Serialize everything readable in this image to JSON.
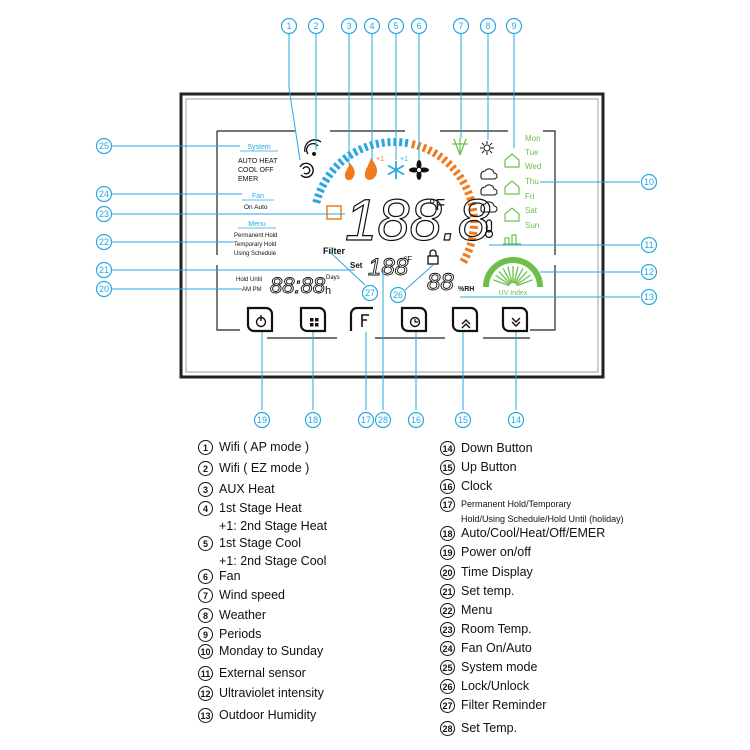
{
  "screen": {
    "system_title": "System",
    "system_modes_line1": "AUTO  HEAT",
    "system_modes_line2": "COOL  OFF",
    "system_modes_line3": "EMER",
    "fan_title": "Fan",
    "fan_modes": "On  Auto",
    "menu_title": "Menu",
    "menu_line1": "Permanent Hold",
    "menu_line2": "Temporary Hold",
    "menu_line3": "Using Schedule",
    "hold_until": "Hold Until",
    "am_pm": "AM PM",
    "time_digits": "88:88",
    "days_label": "Days",
    "hours_label": "h",
    "room_temp_digits": "188.8",
    "room_temp_unit": "°F",
    "filter_label": "Filter",
    "set_label": "Set",
    "set_temp_digits": "188",
    "set_temp_unit": "°F",
    "humidity_digits": "88",
    "humidity_unit": "%RH",
    "uv_label": "UV Index",
    "stage_plus_heat": "+1",
    "stage_plus_cool": "+1",
    "days": [
      "Mon",
      "Tue",
      "Wed",
      "Thu",
      "Fri",
      "Sat",
      "Sun"
    ]
  },
  "callouts_top": [
    "1",
    "2",
    "3",
    "4",
    "5",
    "6",
    "7",
    "8",
    "9"
  ],
  "callouts_left": [
    "25",
    "24",
    "23",
    "22",
    "21",
    "20"
  ],
  "callouts_right": [
    "10",
    "11",
    "12",
    "13"
  ],
  "callouts_bottom": [
    "19",
    "18",
    "17",
    "28",
    "16",
    "15",
    "14"
  ],
  "callouts_inner": [
    "27",
    "26"
  ],
  "legend_left": [
    {
      "num": "1",
      "text": "Wifi ( AP mode )"
    },
    {
      "num": "2",
      "text": "Wifi ( EZ mode )"
    },
    {
      "num": "3",
      "text": "AUX Heat"
    },
    {
      "num": "4",
      "text": "1st Stage Heat",
      "sub": "+1: 2nd Stage Heat"
    },
    {
      "num": "5",
      "text": "1st Stage Cool",
      "sub": "+1: 2nd Stage Cool"
    },
    {
      "num": "6",
      "text": "Fan"
    },
    {
      "num": "7",
      "text": "Wind speed"
    },
    {
      "num": "8",
      "text": "Weather"
    },
    {
      "num": "9",
      "text": "Periods"
    },
    {
      "num": "10",
      "text": "Monday to Sunday"
    },
    {
      "num": "11",
      "text": "External sensor"
    },
    {
      "num": "12",
      "text": "Ultraviolet intensity"
    },
    {
      "num": "13",
      "text": "Outdoor Humidity"
    }
  ],
  "legend_right": [
    {
      "num": "14",
      "text": "Down Button"
    },
    {
      "num": "15",
      "text": "Up Button"
    },
    {
      "num": "16",
      "text": "Clock"
    },
    {
      "num": "17",
      "text": "Permanent Hold/Temporary",
      "sub": "Hold/Using Schedule/Hold Until (holiday)",
      "small": true
    },
    {
      "num": "18",
      "text": "Auto/Cool/Heat/Off/EMER"
    },
    {
      "num": "19",
      "text": "Power on/off"
    },
    {
      "num": "20",
      "text": "Time Display"
    },
    {
      "num": "21",
      "text": "Set temp."
    },
    {
      "num": "22",
      "text": "Menu"
    },
    {
      "num": "23",
      "text": "Room Temp."
    },
    {
      "num": "24",
      "text": "Fan On/Auto"
    },
    {
      "num": "25",
      "text": "System mode"
    },
    {
      "num": "26",
      "text": "Lock/Unlock"
    },
    {
      "num": "27",
      "text": "Filter Reminder"
    },
    {
      "num": "28",
      "text": "Set Temp."
    }
  ],
  "colors": {
    "callout": "#2aa7e0",
    "heat": "#f07a1e",
    "cool": "#2aa7e0",
    "green": "#6cc04a",
    "frame": "#222222"
  }
}
